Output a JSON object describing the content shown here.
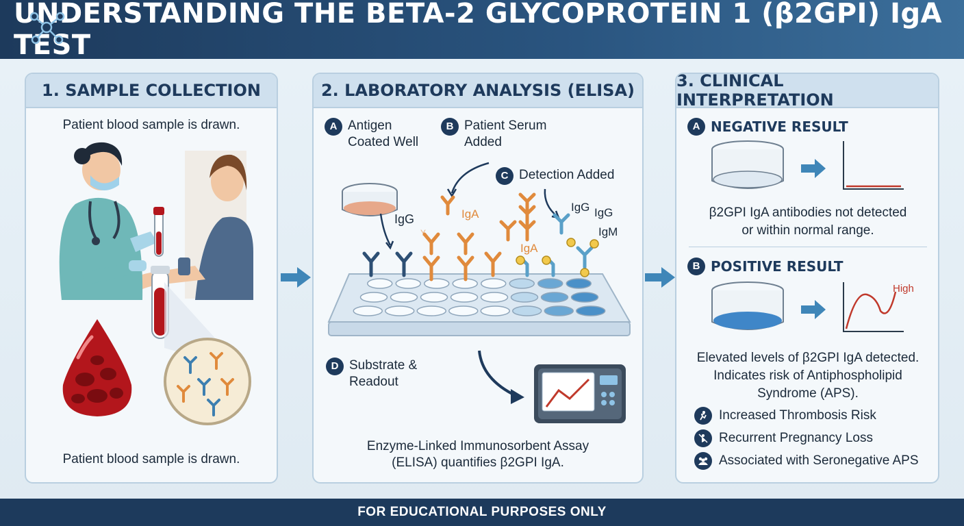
{
  "header": {
    "title": "UNDERSTANDING THE BETA-2 GLYCOPROTEIN 1 (β2GPI) IgA TEST"
  },
  "panels": {
    "sample": {
      "title": "1. SAMPLE COLLECTION",
      "caption_top": "Patient blood sample is drawn.",
      "caption_bottom": "Patient blood sample is drawn."
    },
    "lab": {
      "title": "2. LABORATORY ANALYSIS (ELISA)",
      "steps": [
        {
          "badge": "A",
          "label": "Antigen\nCoated Well"
        },
        {
          "badge": "B",
          "label": "Patient Serum\nAdded"
        },
        {
          "badge": "C",
          "label": "Detection Added"
        },
        {
          "badge": "D",
          "label": "Substrate &\nReadout"
        }
      ],
      "antibody_labels": {
        "igg_left": "IgG",
        "iga_a": "IgA",
        "iga_b": "IgA",
        "igg_right_1": "IgG",
        "igg_right_2": "IgG",
        "igm": "IgM",
        "y_small": "Y"
      },
      "caption": "Enzyme-Linked Immunosorbent Assay\n(ELISA) quantifies β2GPI IgA."
    },
    "clinical": {
      "title": "3. CLINICAL INTERPRETATION",
      "negative": {
        "badge": "A",
        "title": "NEGATIVE RESULT",
        "text": "β2GPI IgA antibodies not detected\nor within normal range."
      },
      "positive": {
        "badge": "B",
        "title": "POSITIVE RESULT",
        "chart_label": "High",
        "text": "Elevated levels of β2GPI IgA detected.\nIndicates risk of Antiphospholipid\nSyndrome (APS)."
      },
      "risks": [
        {
          "icon": "thrombosis-icon",
          "label": "Increased Thrombosis Risk"
        },
        {
          "icon": "pregnancy-icon",
          "label": "Recurrent Pregnancy Loss"
        },
        {
          "icon": "group-icon",
          "label": "Associated with Seronegative APS"
        }
      ]
    }
  },
  "footer": {
    "text": "FOR EDUCATIONAL PURPOSES ONLY"
  },
  "colors": {
    "navy": "#1d3a5c",
    "accent_arrow": "#3f86b8",
    "iga_orange": "#e08a3c",
    "igg_blue": "#2d4f74",
    "blood_red": "#b3161c"
  }
}
